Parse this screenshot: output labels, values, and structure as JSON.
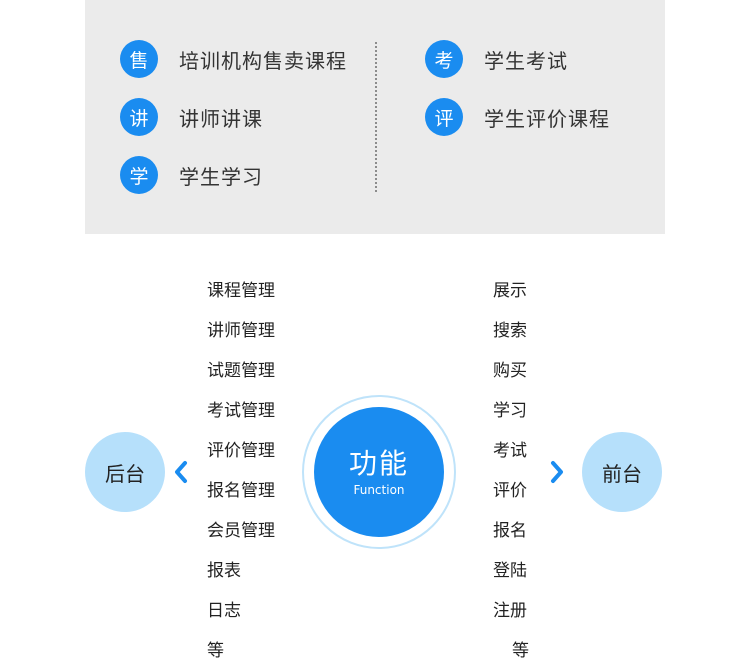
{
  "top_panel": {
    "left_items": [
      {
        "badge": "售",
        "label": "培训机构售卖课程"
      },
      {
        "badge": "讲",
        "label": "讲师讲课"
      },
      {
        "badge": "学",
        "label": "学生学习"
      }
    ],
    "right_items": [
      {
        "badge": "考",
        "label": "学生考试"
      },
      {
        "badge": "评",
        "label": "学生评价课程"
      }
    ]
  },
  "diagram": {
    "center_title": "功能",
    "center_subtitle": "Function",
    "left_node": "后台",
    "right_node": "前台",
    "left_list": [
      "课程管理",
      "讲师管理",
      "试题管理",
      "考试管理",
      "评价管理",
      "报名管理",
      "会员管理",
      "报表",
      "日志",
      "等"
    ],
    "right_list": [
      "展示",
      "搜索",
      "购买",
      "学习",
      "考试",
      "评价",
      "报名",
      "登陆",
      "注册",
      "等"
    ]
  },
  "colors": {
    "accent_blue": "#1a8cf0",
    "light_blue": "#b6e0fb",
    "panel_gray": "#ebebeb"
  },
  "icons": [
    "chevron-left-icon",
    "chevron-right-icon"
  ]
}
